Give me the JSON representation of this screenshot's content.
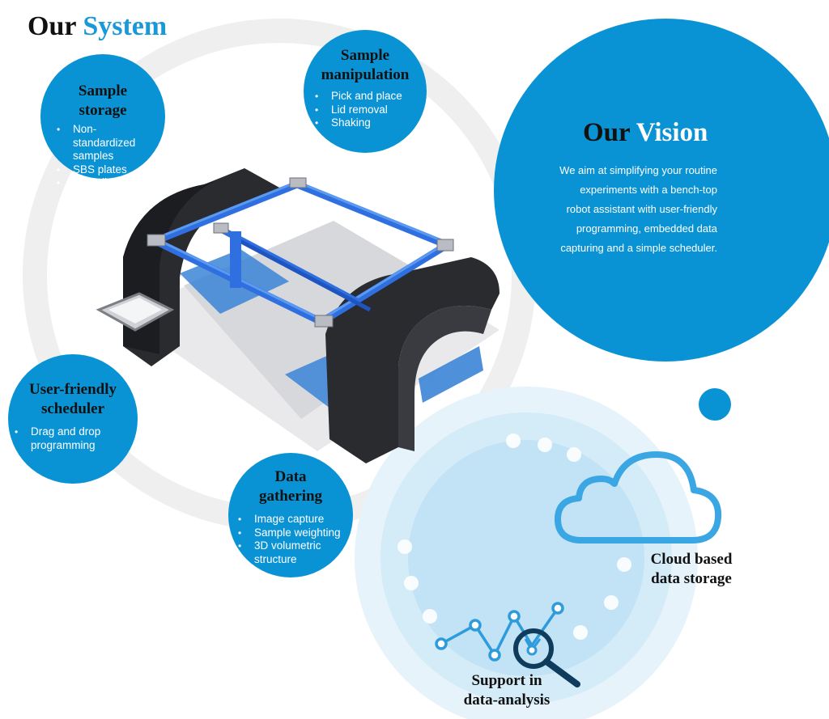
{
  "title": {
    "part1": "Our",
    "part2": "System"
  },
  "colors": {
    "accent": "#0a93d4",
    "ring": "#eeeeee",
    "light_blue": "#cfe9f7",
    "cloud_blue": "#3aa6e3",
    "dark_navy": "#0f3b5c"
  },
  "bubbles": {
    "sample_storage": {
      "title": [
        "Sample",
        "storage"
      ],
      "items": [
        "Non-standardized samples",
        "SBS plates",
        "Petri dishes"
      ]
    },
    "sample_manipulation": {
      "title": [
        "Sample",
        "manipulation"
      ],
      "items": [
        "Pick and place",
        "Lid removal",
        "Shaking"
      ]
    },
    "scheduler": {
      "title": [
        "User-friendly",
        "scheduler"
      ],
      "items": [
        "Drag and drop programming"
      ]
    },
    "data_gathering": {
      "title": [
        "Data",
        "gathering"
      ],
      "items": [
        "Image capture",
        "Sample weighting",
        "3D volumetric structure"
      ]
    }
  },
  "vision": {
    "title": {
      "part1": "Our",
      "part2": "Vision"
    },
    "lines": [
      "We aim at simplifying your routine",
      "experiments with a bench-top",
      "robot assistant with user-friendly",
      "programming,  embedded data",
      "capturing and a simple scheduler."
    ]
  },
  "cloud": {
    "lines": [
      "Cloud based",
      "data storage"
    ],
    "icon": "cloud-icon"
  },
  "analysis": {
    "lines": [
      "Support in",
      "data-analysis"
    ],
    "icon": "magnifier-chart-icon"
  },
  "robot": {
    "icon": "robot-illustration"
  }
}
